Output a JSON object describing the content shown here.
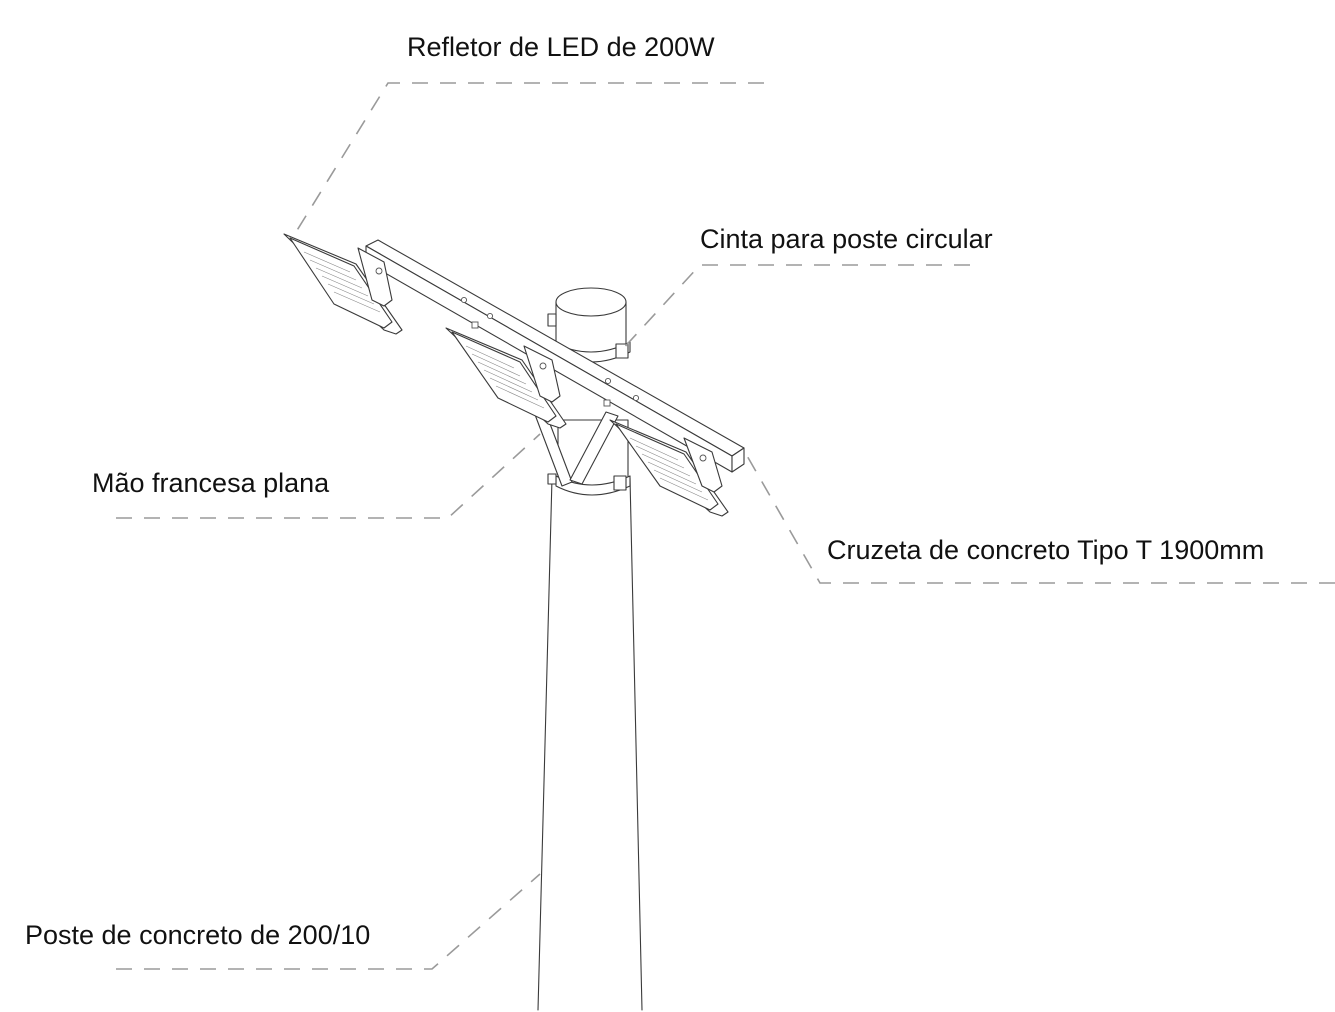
{
  "callouts": {
    "led_reflector": "Refletor de LED de 200W",
    "pole_band": "Cinta para poste circular",
    "flat_brace": "Mão francesa plana",
    "crossarm": "Cruzeta de concreto Tipo T 1900mm",
    "concrete_pole": "Poste de concreto de 200/10"
  }
}
